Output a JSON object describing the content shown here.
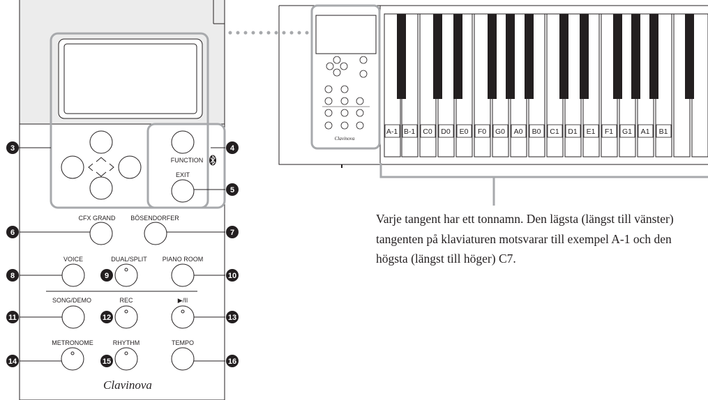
{
  "panel": {
    "buttons": {
      "function": "FUNCTION",
      "exit": "EXIT",
      "cfx_grand": "CFX GRAND",
      "bosendorfer": "BÖSENDORFER",
      "voice": "VOICE",
      "dual_split": "DUAL/SPLIT",
      "piano_room": "PIANO ROOM",
      "song_demo": "SONG/DEMO",
      "rec": "REC",
      "play_pause": "▶/II",
      "metronome": "METRONOME",
      "rhythm": "RHYTHM",
      "tempo": "TEMPO"
    },
    "brand": "Clavinova"
  },
  "callouts": [
    "3",
    "4",
    "5",
    "6",
    "7",
    "8",
    "9",
    "10",
    "11",
    "12",
    "13",
    "14",
    "15",
    "16"
  ],
  "keyboard": {
    "key_names": [
      "A-1",
      "B-1",
      "C0",
      "D0",
      "E0",
      "F0",
      "G0",
      "A0",
      "B0",
      "C1",
      "D1",
      "E1",
      "F1",
      "G1",
      "A1",
      "B1"
    ]
  },
  "caption": "Varje tangent har ett tonnamn. Den lägsta (längst till vänster) tangenten på klaviaturen motsvarar till exempel A-1 och den högsta (längst till höger) C7."
}
